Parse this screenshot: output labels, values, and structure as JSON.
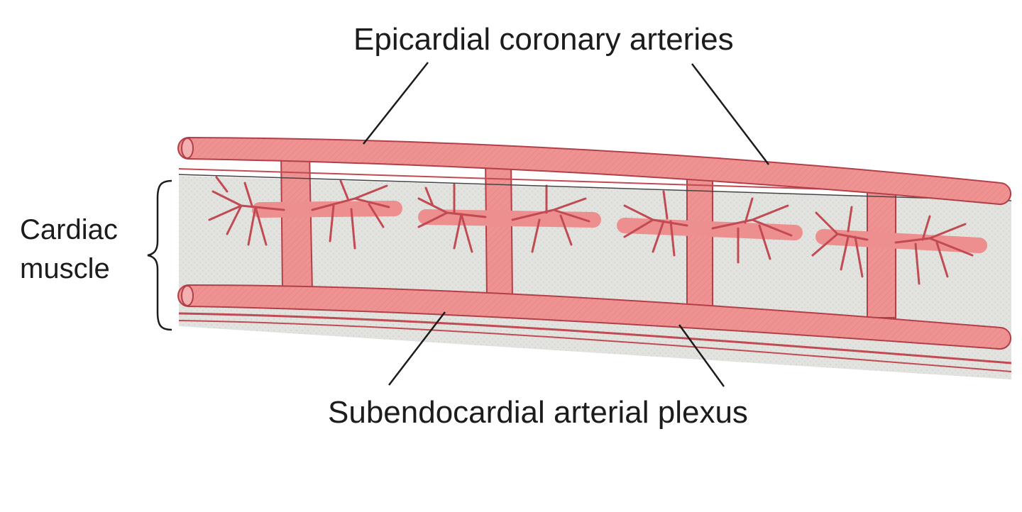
{
  "labels": {
    "epicardial": "Epicardial coronary arteries",
    "cardiac_line1": "Cardiac",
    "cardiac_line2": "muscle",
    "subendocardial": "Subendocardial arterial plexus"
  },
  "colors": {
    "artery": "#ee8f8f",
    "artery_outline": "#b23f49",
    "muscle": "#e3e4e1",
    "ink": "#1c1c1c"
  }
}
